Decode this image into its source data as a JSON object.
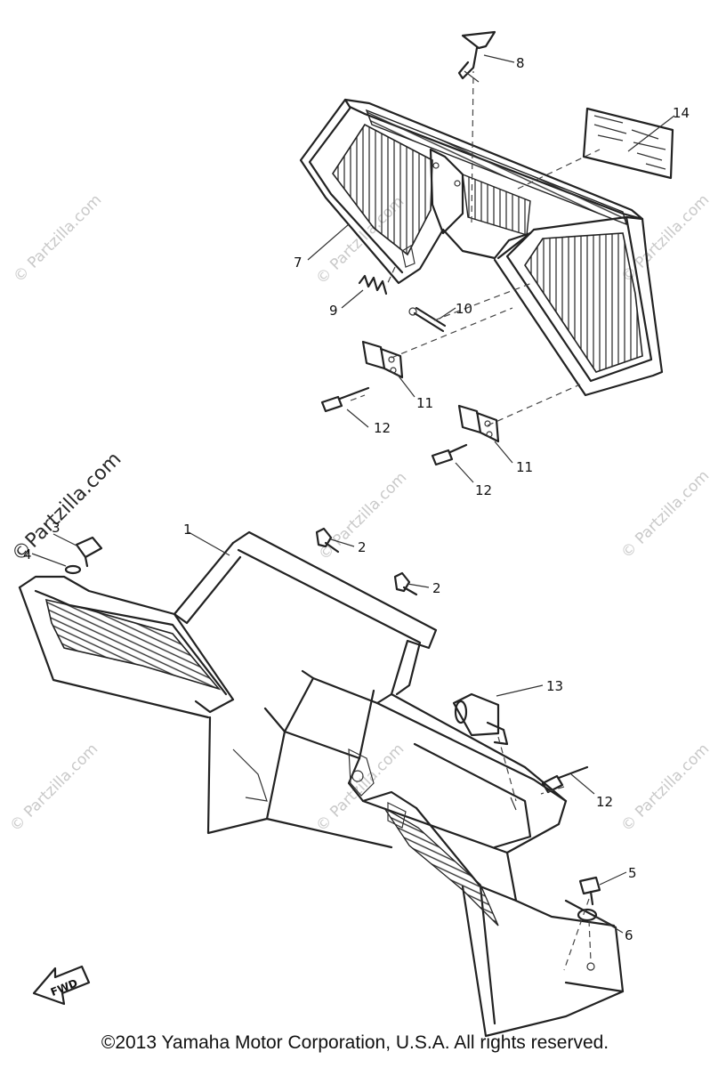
{
  "callouts": {
    "c1": "1",
    "c2a": "2",
    "c2b": "2",
    "c3": "3",
    "c4": "4",
    "c5": "5",
    "c6": "6",
    "c7": "7",
    "c8": "8",
    "c9": "9",
    "c10": "10",
    "c11a": "11",
    "c11b": "11",
    "c12a": "12",
    "c12b": "12",
    "c12c": "12",
    "c13": "13",
    "c14": "14"
  },
  "fwd_label": "FWD",
  "watermark": "© Partzilla.com",
  "watermark_main": "©Partzilla.com",
  "copyright": "©2013  Yamaha Motor Corporation, U.S.A. All rights reserved.",
  "colors": {
    "line": "#222222",
    "watermark": "#c9c9c9",
    "background": "#ffffff"
  }
}
